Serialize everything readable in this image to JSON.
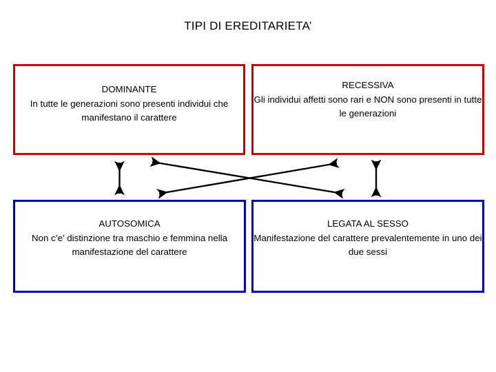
{
  "slide": {
    "title": "TIPI DI EREDITARIETA’",
    "background_color": "#ffffff"
  },
  "colors": {
    "dominant_recessive_border": "#cc0000",
    "autosomal_sexlinked_border": "#0000b4",
    "arrow": "#000000",
    "text": "#000000"
  },
  "boxes": [
    {
      "id": "dominante",
      "heading": "DOMINANTE",
      "body": "In tutte le generazioni sono presenti individui che manifestano il carattere",
      "border_color": "#cc0000",
      "position": "top-left"
    },
    {
      "id": "recessiva",
      "heading": "RECESSIVA",
      "body": "Gli individui affetti sono rari e NON sono presenti in tutte le generazioni",
      "border_color": "#cc0000",
      "position": "top-right"
    },
    {
      "id": "autosomica",
      "heading": "AUTOSOMICA",
      "body": "Non c’e’ distinzione tra maschio e femmina nella manifestazione del carattere",
      "border_color": "#0000b4",
      "position": "bottom-left"
    },
    {
      "id": "legata-al-sesso",
      "heading": "LEGATA AL SESSO",
      "body": "Manifestazione del carattere prevalentemente in uno dei due sessi",
      "border_color": "#0000b4",
      "position": "bottom-right"
    }
  ],
  "connectors": [
    {
      "id": "vertical-left",
      "kind": "double-headed-arrow",
      "from": "dominante",
      "to": "autosomica"
    },
    {
      "id": "vertical-right",
      "kind": "double-headed-arrow",
      "from": "recessiva",
      "to": "legata-al-sesso"
    },
    {
      "id": "diagonal-dominante-legata",
      "kind": "double-headed-arrow",
      "from": "dominante",
      "to": "legata-al-sesso"
    },
    {
      "id": "diagonal-recessiva-autosomica",
      "kind": "double-headed-arrow",
      "from": "recessiva",
      "to": "autosomica"
    }
  ]
}
